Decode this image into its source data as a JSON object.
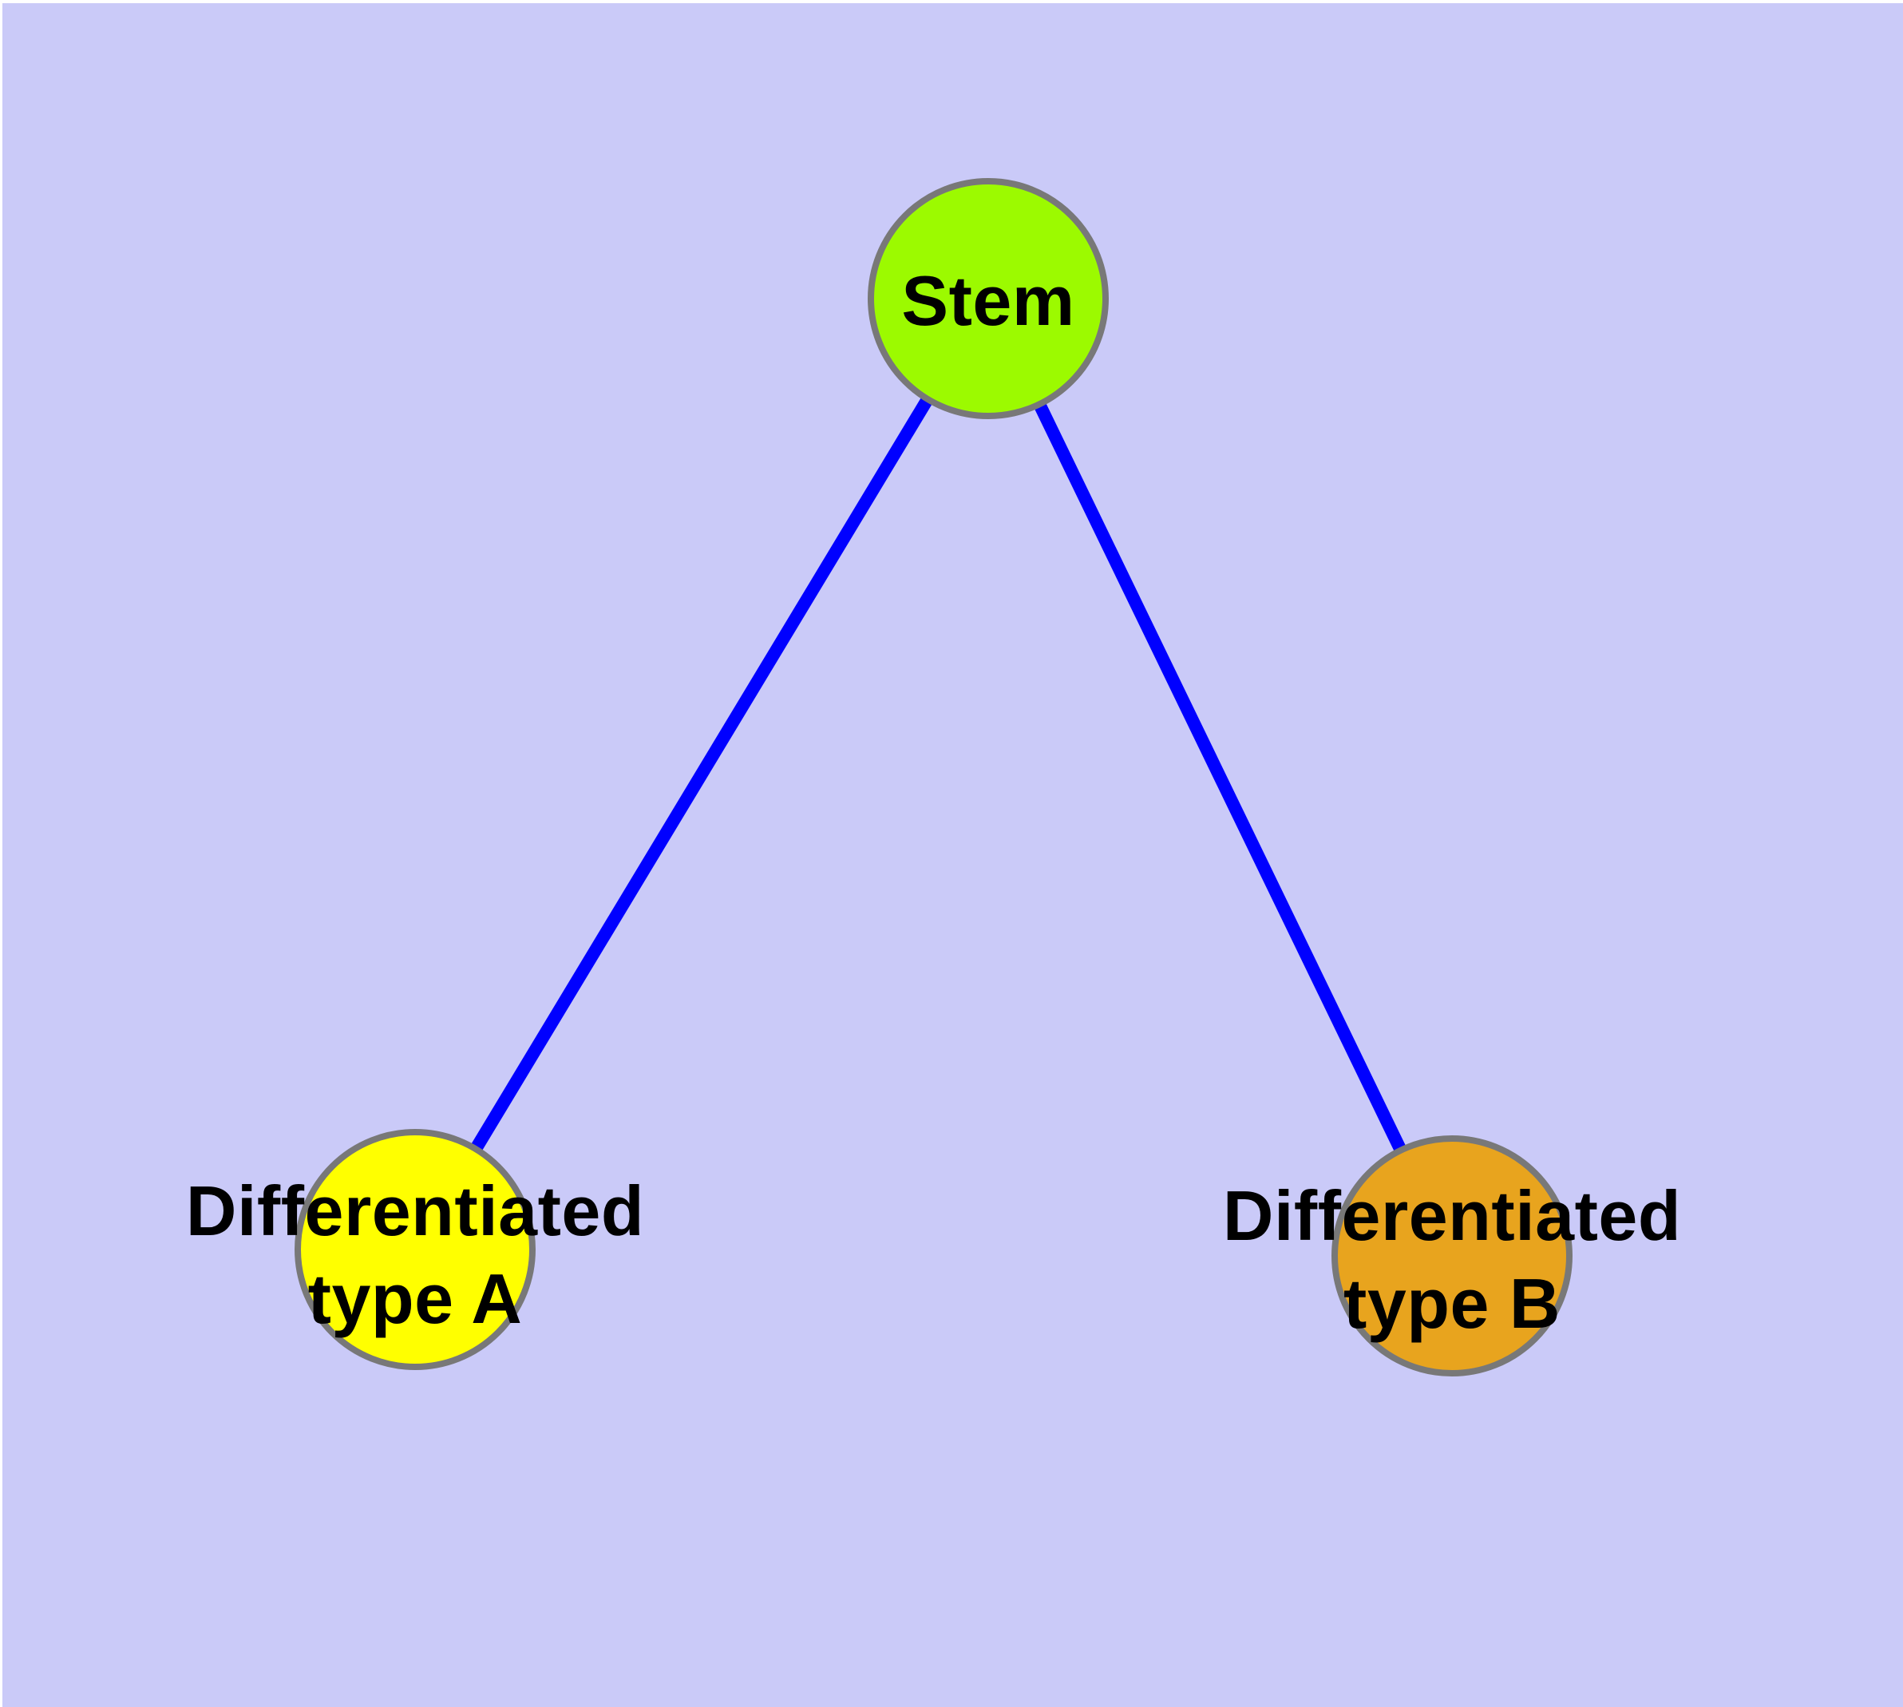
{
  "figure": {
    "background_color": "#CACAF8",
    "margin_color": "#FFFFFF",
    "label_color": "#000000",
    "node_border_color": "#787878"
  },
  "graph": {
    "type": "node-link-diagram",
    "nodes": [
      {
        "id": "stem",
        "label": "Stem",
        "label_lines": [
          "Stem"
        ],
        "fill": "#9CFA00",
        "border": "#787878"
      },
      {
        "id": "differentiated-type-a",
        "label": "Differentiated type A",
        "label_lines": [
          "Differentiated",
          "type A"
        ],
        "fill": "#FFFF00",
        "border": "#787878"
      },
      {
        "id": "differentiated-type-b",
        "label": "Differentiated type B",
        "label_lines": [
          "Differentiated",
          "type B"
        ],
        "fill": "#E8A41E",
        "border": "#787878"
      }
    ],
    "edges": [
      {
        "from": "Stem",
        "to": "Differentiated type A",
        "color": "#0000FF"
      },
      {
        "from": "Stem",
        "to": "Differentiated type B",
        "color": "#0000FF"
      }
    ]
  }
}
